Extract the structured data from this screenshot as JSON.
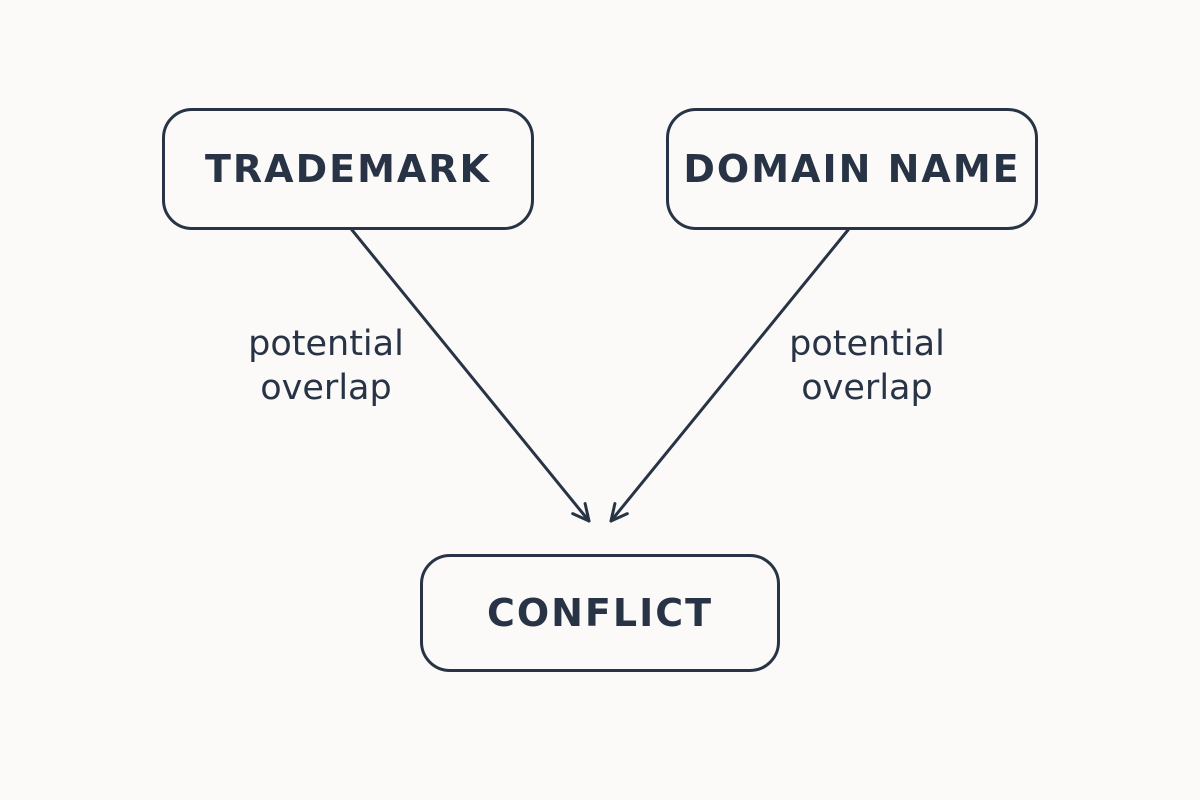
{
  "nodes": {
    "trademark": "TRADEMARK",
    "domain_name": "DOMAIN NAME",
    "conflict": "CONFLICT"
  },
  "edges": {
    "left": {
      "line1": "potential",
      "line2": "overlap"
    },
    "right": {
      "line1": "potential",
      "line2": "overlap"
    }
  },
  "colors": {
    "stroke": "#283445",
    "background": "#fbfaf8"
  }
}
